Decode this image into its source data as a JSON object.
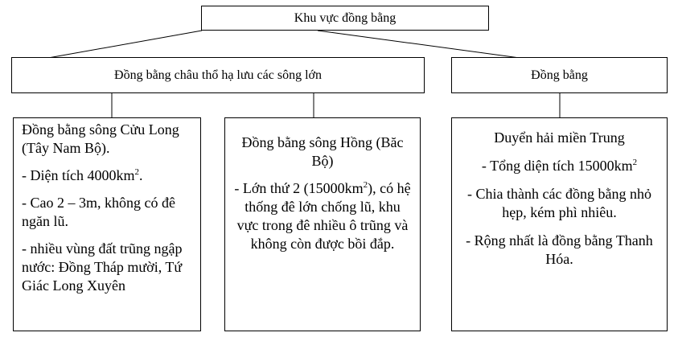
{
  "root": {
    "title": "Khu vực đồng bằng"
  },
  "level2": {
    "left_title": "Đồng bằng châu thổ hạ lưu các sông lớn",
    "right_title": "Đồng bằng"
  },
  "leaves": {
    "mekong": {
      "title": "Đồng bằng sông Cửu Long (Tây Nam Bộ).",
      "area_prefix": "- Diện tích 4000km",
      "area_sup": "2",
      "area_suffix": ".",
      "height": "- Cao 2 – 3m, không có đê ngăn lũ.",
      "lowlands": "- nhiều vùng đất trũng ngập nước: Đồng Tháp mười, Tứ Giác Long Xuyên"
    },
    "red_river": {
      "title": "Đồng bằng sông Hồng (Băc Bộ)",
      "detail_prefix": "- Lớn thứ 2 (15000km",
      "detail_sup": "2",
      "detail_suffix": "), có hệ thống đê lớn chống lũ, khu vực trong đê nhiều ô trũng và không còn được bồi đắp."
    },
    "central_coast": {
      "title": "Duyển hải miền Trung",
      "area_prefix": "- Tổng diện tích 15000km",
      "area_sup": "2",
      "divided": "- Chia thành các đồng bằng nhỏ hẹp, kém phì nhiêu.",
      "largest": "- Rộng nhất là đồng bằng Thanh Hóa."
    }
  }
}
